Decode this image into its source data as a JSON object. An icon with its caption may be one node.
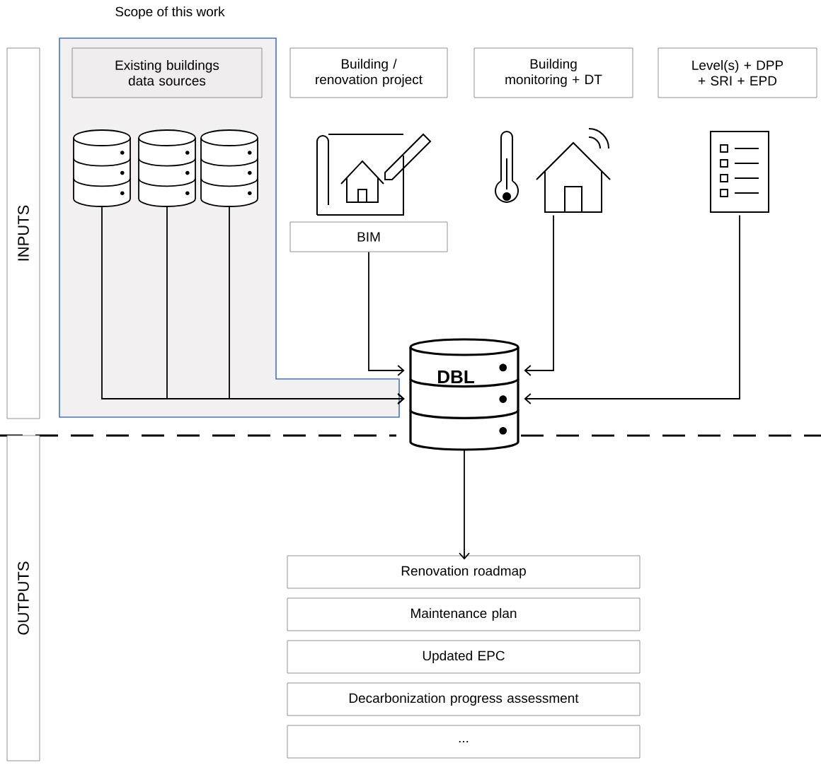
{
  "diagram": {
    "nodes": [
      {
        "text": [
          "Scope of this work"
        ]
      },
      {
        "text": [
          "Existing buildings data sources"
        ],
        "in": 0
      },
      {
        "text": [],
        "shape": "cylinder",
        "in": 0
      },
      {
        "text": [],
        "shape": "cylinder",
        "in": 0
      },
      {
        "text": [],
        "shape": "cylinder",
        "in": 0
      },
      {
        "text": [
          "Building / renovation project"
        ]
      },
      {
        "text": [
          "BIM"
        ]
      },
      {
        "text": [
          "Building monitoring + DT"
        ]
      },
      {
        "text": [],
        "shape": "picture"
      },
      {
        "text": [
          "Level(s) + DPP + SRI + EPD"
        ]
      },
      {
        "text": [],
        "shape": "picture"
      },
      {
        "text": [
          "DBL"
        ]
      },
      {
        "text": [
          "INPUTS"
        ]
      },
      {
        "text": [
          "OUTPUTS"
        ]
      },
      {
        "text": [
          "Renovation roadmap"
        ]
      },
      {
        "text": [
          "Maintenance plan"
        ]
      },
      {
        "text": [
          "Updated EPC"
        ]
      },
      {
        "text": [
          "Decarbonization progress assessment"
        ]
      },
      {
        "text": [
          "..."
        ]
      }
    ],
    "edges": [
      {
        "from": 2,
        "to": 11,
        "arrow": "to"
      },
      {
        "from": 3,
        "to": 11,
        "arrow": "to"
      },
      {
        "from": 4,
        "to": 11,
        "arrow": "to"
      },
      {
        "from": 6,
        "to": 11,
        "arrow": "to"
      },
      {
        "from": 8,
        "to": 11,
        "arrow": "to"
      },
      {
        "from": 10,
        "to": 11,
        "arrow": "to"
      },
      {
        "from": 11,
        "to": 14,
        "arrow": "to"
      }
    ]
  }
}
